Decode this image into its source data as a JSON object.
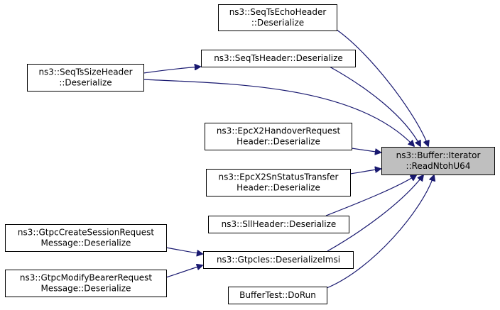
{
  "graph": {
    "nodes": {
      "seqts_echo": {
        "lines": [
          "ns3::SeqTsEchoHeader",
          "::Deserialize"
        ]
      },
      "seqts": {
        "lines": [
          "ns3::SeqTsHeader::Deserialize"
        ]
      },
      "seqts_size": {
        "lines": [
          "ns3::SeqTsSizeHeader",
          "::Deserialize"
        ]
      },
      "epc_handover": {
        "lines": [
          "ns3::EpcX2HandoverRequest",
          "Header::Deserialize"
        ]
      },
      "epc_snstatus": {
        "lines": [
          "ns3::EpcX2SnStatusTransfer",
          "Header::Deserialize"
        ]
      },
      "sll": {
        "lines": [
          "ns3::SllHeader::Deserialize"
        ]
      },
      "gtpc_create": {
        "lines": [
          "ns3::GtpcCreateSessionRequest",
          "Message::Deserialize"
        ]
      },
      "gtpc_imsi": {
        "lines": [
          "ns3::GtpcIes::DeserializeImsi"
        ]
      },
      "gtpc_modify": {
        "lines": [
          "ns3::GtpcModifyBearerRequest",
          "Message::Deserialize"
        ]
      },
      "buffer_test": {
        "lines": [
          "BufferTest::DoRun"
        ]
      },
      "target": {
        "lines": [
          "ns3::Buffer::Iterator",
          "::ReadNtohU64"
        ]
      }
    },
    "edges": [
      [
        "seqts_echo",
        "target"
      ],
      [
        "seqts",
        "target"
      ],
      [
        "seqts_size",
        "seqts"
      ],
      [
        "seqts_size",
        "target"
      ],
      [
        "epc_handover",
        "target"
      ],
      [
        "epc_snstatus",
        "target"
      ],
      [
        "sll",
        "target"
      ],
      [
        "gtpc_create",
        "gtpc_imsi"
      ],
      [
        "gtpc_modify",
        "gtpc_imsi"
      ],
      [
        "gtpc_imsi",
        "target"
      ],
      [
        "buffer_test",
        "target"
      ]
    ],
    "colors": {
      "edge": "#191970",
      "node_border": "#000000",
      "node_fill": "#ffffff",
      "highlight_fill": "#bfbfbf"
    }
  }
}
